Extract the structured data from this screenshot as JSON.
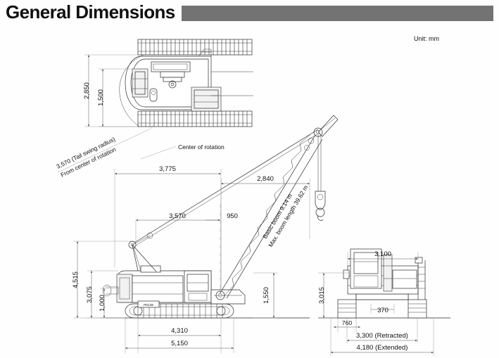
{
  "header": {
    "title": "General Dimensions",
    "bar_color": "#737373"
  },
  "unit_note": "Unit: mm",
  "labels": {
    "center_of_rotation": "Center of rotation",
    "tail_swing_1": "3,570 (Tail swing radius)",
    "tail_swing_2": "From center of rotation",
    "basic_boom": "Basic boom 9.14 m",
    "max_boom": "Max. boom length 39.62 m",
    "model": "PD138"
  },
  "dimensions": {
    "plan_view": {
      "overall_width": "2,850",
      "inner_width": "1,500"
    },
    "side_view": {
      "top_outer": "3,775",
      "top_inner": "2,840",
      "counterweight_radius": "3,570",
      "boom_foot_offset": "950",
      "overall_height": "4,515",
      "cab_height": "3,075",
      "ground_clearance": "1,000",
      "track_to_boom": "1,550",
      "track_shoe_length": "4,310",
      "track_overall_length": "5,150"
    },
    "front_view": {
      "upper_width": "3,100",
      "overall_height": "3,015",
      "track_shoe_width": "370",
      "side_offset": "760",
      "retracted": "3,300 (Retracted)",
      "extended": "4,180 (Extended)"
    }
  },
  "colors": {
    "line": "#2a2a2a",
    "dim_line": "#555555",
    "background": "#fefefe"
  }
}
